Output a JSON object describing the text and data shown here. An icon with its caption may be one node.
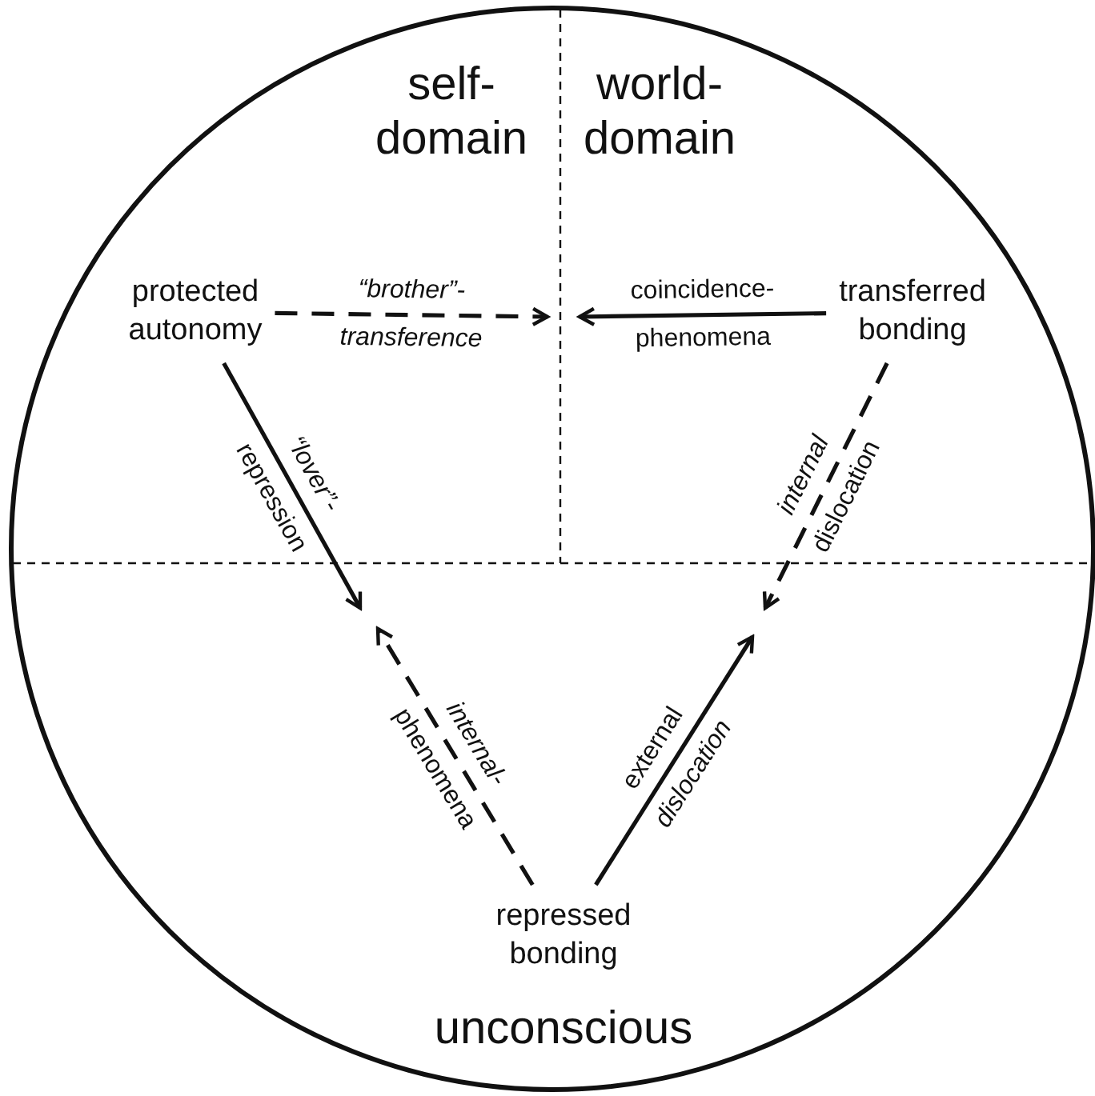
{
  "diagram": {
    "nodes": [
      {
        "text": [
          "protected autonomy"
        ]
      },
      {
        "text": [
          "transferred bonding"
        ]
      },
      {
        "text": [
          "repressed bonding"
        ]
      }
    ],
    "edges": [
      {
        "from": 0,
        "to": null,
        "arrow": "to",
        "style": "dashed",
        "label": "“brother”- transference"
      },
      {
        "from": 1,
        "to": null,
        "arrow": "to",
        "label": "coincidence- phenomena"
      },
      {
        "from": 0,
        "to": null,
        "arrow": "to",
        "label": "*“lover”-* repression"
      },
      {
        "from": 1,
        "to": null,
        "arrow": "to",
        "style": "dashed",
        "label": "*internal* dislocation"
      },
      {
        "from": 2,
        "to": null,
        "arrow": "to",
        "style": "dashed",
        "label": "*internal-* phenomena"
      },
      {
        "from": 2,
        "to": null,
        "arrow": "to",
        "label": "external *dislocation*"
      }
    ],
    "labels": [
      "self- domain",
      "world- domain",
      "unconscious"
    ]
  }
}
